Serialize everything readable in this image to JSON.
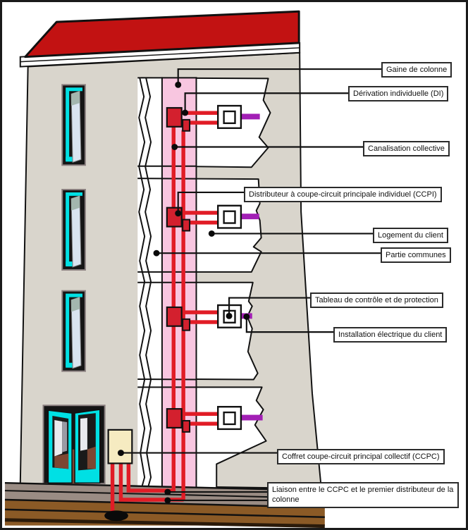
{
  "diagram": {
    "title_implicit": "Distribution électrique d'un immeuble collectif",
    "language": "fr",
    "floors": 4
  },
  "labels": {
    "gaine": "Gaine de colonne",
    "derivation": "Dérivation individuelle (DI)",
    "canalisation": "Canalisation collective",
    "ccpi": "Distributeur à coupe-circuit principale individuel (CCPI)",
    "logement": "Logement du client",
    "parties": "Partie communes",
    "tableau": "Tableau de contrôle et de protection",
    "installation": "Installation électrique du client",
    "coffret": "Coffret coupe-circuit principal collectif (CCPC)",
    "liaison": "Liaison entre le CCPC et le premier distributeur de la colonne"
  },
  "colors": {
    "roof_red": "#C21212",
    "facade_gray": "#D9D5CC",
    "column_pink": "#F8C6E0",
    "cable_red": "#E11C26",
    "device_red": "#D3202E",
    "wire_purple": "#A21FB5",
    "frame_cyan": "#00E0E4",
    "ccpc_cream": "#F6EBC1",
    "sidewalk_gray": "#9A8C84",
    "soil_brown": "#8B5A26",
    "line_black": "#111111"
  },
  "icons": [
    "roof-icon",
    "window-icon",
    "door-icon",
    "column-shaft-icon",
    "ccpi-device-icon",
    "fuse-icon",
    "control-panel-icon",
    "purple-wire-icon",
    "ccpc-box-icon",
    "earth-connection-icon"
  ]
}
